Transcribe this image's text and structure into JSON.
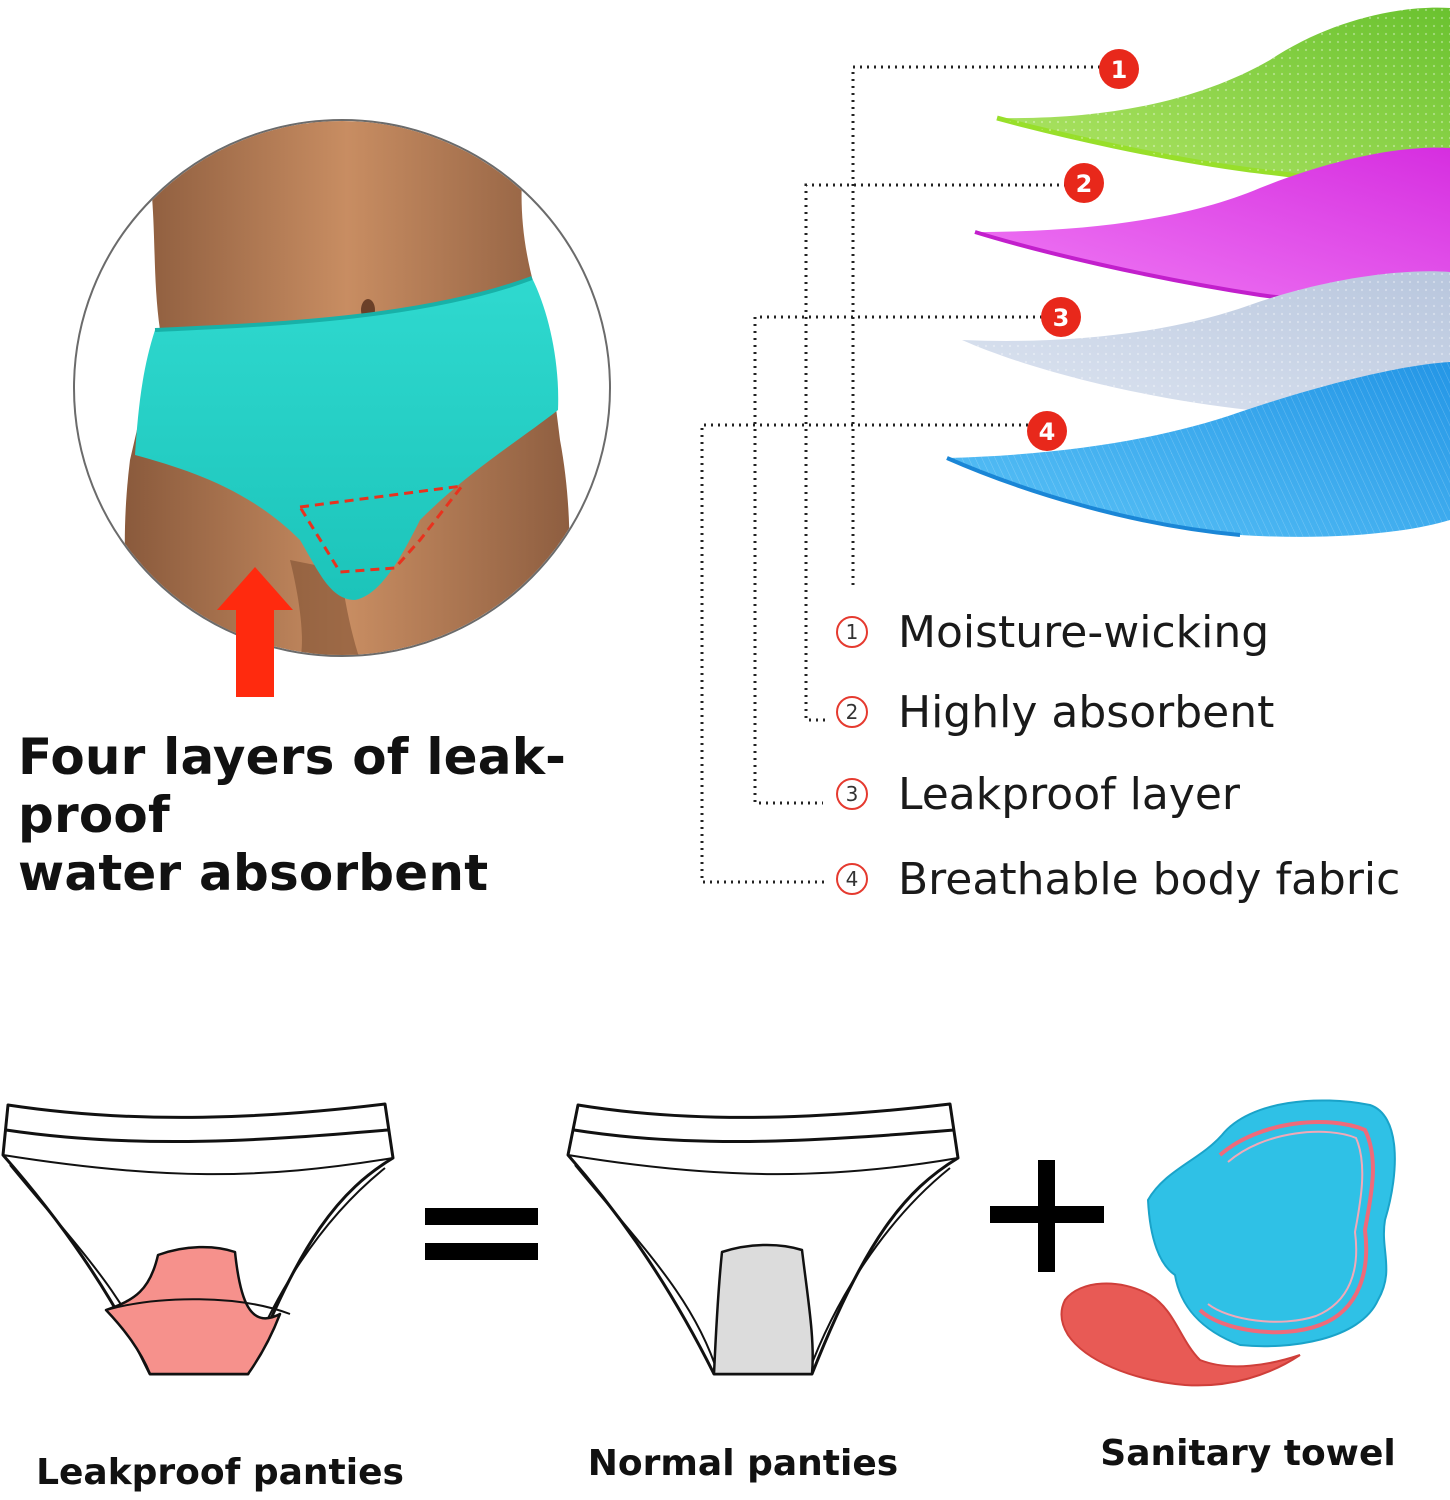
{
  "headline": {
    "line1": "Four layers of leak-proof",
    "line2": "water absorbent"
  },
  "layers": [
    {
      "badge": "1",
      "legend_number": "1",
      "label": "Moisture-wicking",
      "color": "#8ccc3a"
    },
    {
      "badge": "2",
      "legend_number": "2",
      "label": "Highly absorbent",
      "color": "#e33ee8"
    },
    {
      "badge": "3",
      "legend_number": "3",
      "label": "Leakproof layer",
      "color": "#c5d3e8"
    },
    {
      "badge": "4",
      "legend_number": "4",
      "label": "Breathable body fabric",
      "color": "#3aa7ee"
    }
  ],
  "comparison": {
    "leakproof_label": "Leakproof panties",
    "equals_symbol": "=",
    "normal_label": "Normal panties",
    "plus_symbol": "+",
    "towel_label": "Sanitary towel"
  },
  "colors": {
    "badge_red": "#e8281b",
    "arrow_red": "#ff2a0e",
    "panty_teal": "#25d3c9",
    "liner_pink": "#f6918c",
    "liner_grey": "#dcdcdc",
    "towel_blue": "#2fc1e6",
    "towel_red": "#e85a55"
  }
}
